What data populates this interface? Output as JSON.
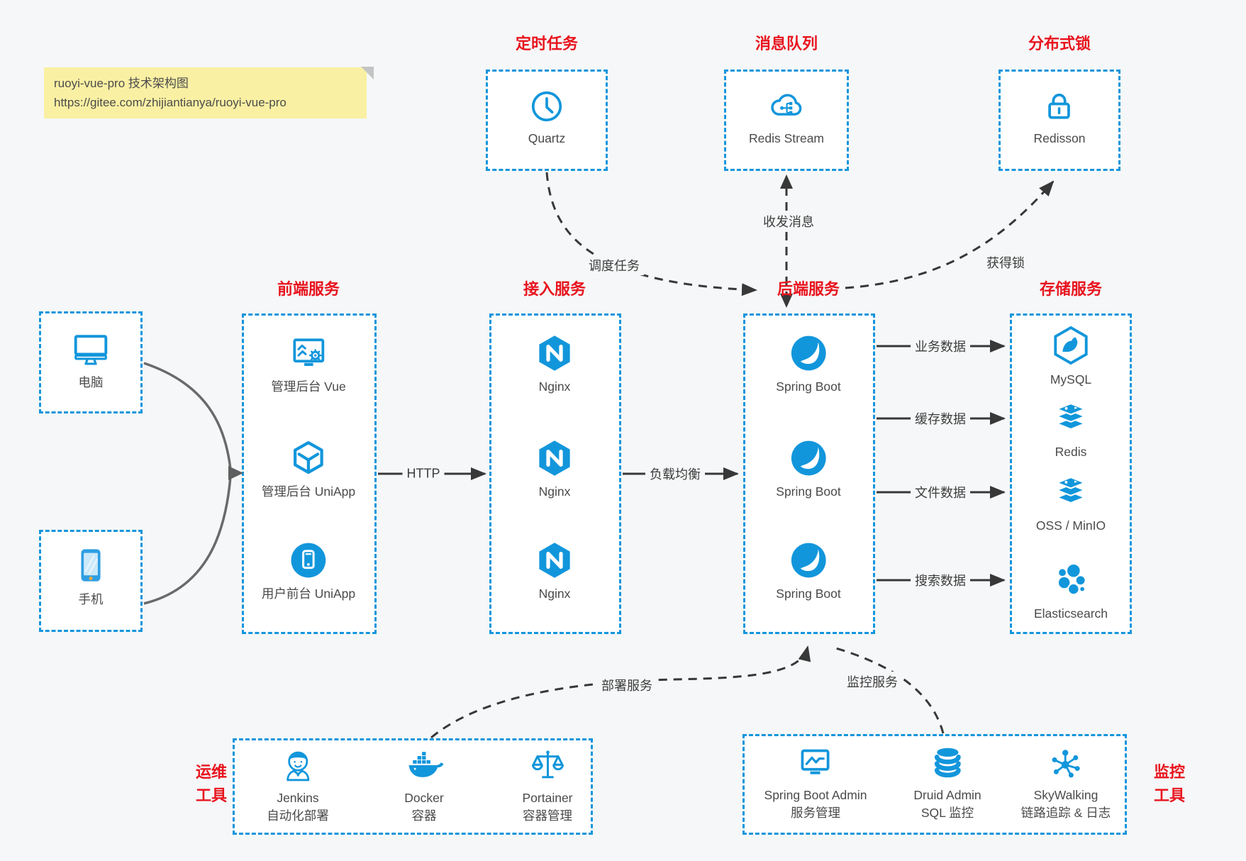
{
  "colors": {
    "accent_blue": "#1296db",
    "dashed_border": "#1495dc",
    "title_red": "#e8141e",
    "arrow_dark": "#383838",
    "arrow_gray": "#6a6a6a",
    "note_bg": "#faf0a3",
    "page_bg": "#f6f7f8"
  },
  "note": {
    "title": "ruoyi-vue-pro 技术架构图",
    "url": "https://gitee.com/zhijiantianya/ruoyi-vue-pro"
  },
  "groups": {
    "scheduler": {
      "title": "定时任务",
      "item": {
        "label": "Quartz",
        "icon": "clock-icon"
      }
    },
    "mq": {
      "title": "消息队列",
      "item": {
        "label": "Redis Stream",
        "icon": "cloud-share-icon"
      }
    },
    "lock": {
      "title": "分布式锁",
      "item": {
        "label": "Redisson",
        "icon": "lock-icon"
      }
    },
    "clients": {
      "pc": "电脑",
      "phone": "手机"
    },
    "frontend": {
      "title": "前端服务",
      "items": [
        {
          "label": "管理后台 Vue",
          "icon": "admin-dashboard-icon"
        },
        {
          "label": "管理后台 UniApp",
          "icon": "cube-icon"
        },
        {
          "label": "用户前台 UniApp",
          "icon": "mobile-app-icon"
        }
      ]
    },
    "gateway": {
      "title": "接入服务",
      "items": [
        {
          "label": "Nginx",
          "icon": "nginx-icon"
        },
        {
          "label": "Nginx",
          "icon": "nginx-icon"
        },
        {
          "label": "Nginx",
          "icon": "nginx-icon"
        }
      ]
    },
    "backend": {
      "title": "后端服务",
      "items": [
        {
          "label": "Spring Boot",
          "icon": "spring-icon"
        },
        {
          "label": "Spring Boot",
          "icon": "spring-icon"
        },
        {
          "label": "Spring Boot",
          "icon": "spring-icon"
        }
      ]
    },
    "storage": {
      "title": "存储服务",
      "items": [
        {
          "label": "MySQL",
          "icon": "mysql-icon"
        },
        {
          "label": "Redis",
          "icon": "redis-stack-icon"
        },
        {
          "label": "OSS / MinIO",
          "icon": "redis-stack-icon"
        },
        {
          "label": "Elasticsearch",
          "icon": "elasticsearch-icon"
        }
      ]
    },
    "ops": {
      "side1": "运维",
      "side2": "工具",
      "items": [
        {
          "label": "Jenkins",
          "sub": "自动化部署",
          "icon": "jenkins-icon"
        },
        {
          "label": "Docker",
          "sub": "容器",
          "icon": "docker-whale-icon"
        },
        {
          "label": "Portainer",
          "sub": "容器管理",
          "icon": "scales-icon"
        }
      ]
    },
    "monitoring": {
      "side1": "监控",
      "side2": "工具",
      "items": [
        {
          "label": "Spring Boot Admin",
          "sub": "服务管理",
          "icon": "monitor-pulse-icon"
        },
        {
          "label": "Druid Admin",
          "sub": "SQL 监控",
          "icon": "database-icon"
        },
        {
          "label": "SkyWalking",
          "sub": "链路追踪 & 日志",
          "icon": "topology-icon"
        }
      ]
    }
  },
  "edges": {
    "http": "HTTP",
    "lb": "负载均衡",
    "biz": "业务数据",
    "cache": "缓存数据",
    "file": "文件数据",
    "search": "搜索数据",
    "dispatch": "调度任务",
    "message": "收发消息",
    "getlock": "获得锁",
    "deploy": "部署服务",
    "monitor": "监控服务"
  }
}
